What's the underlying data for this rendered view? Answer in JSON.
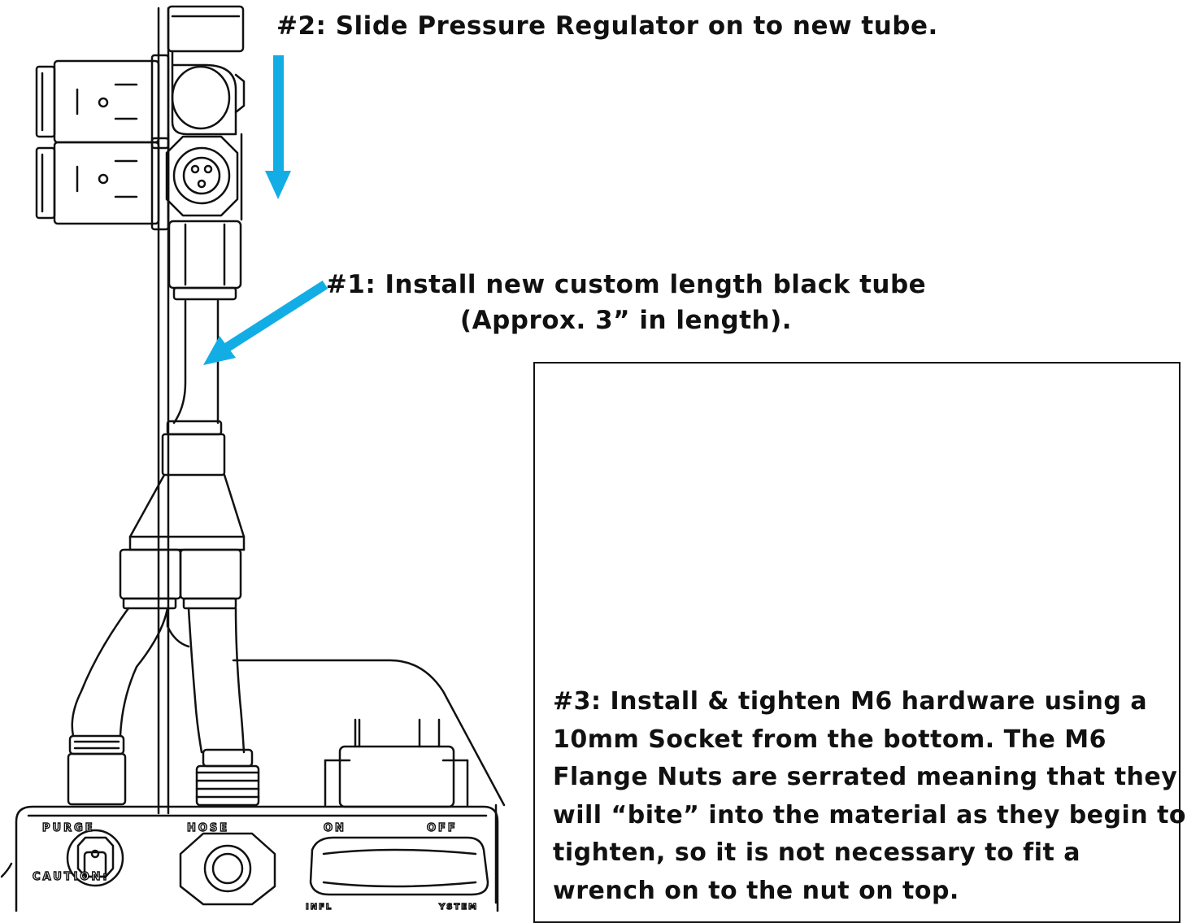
{
  "colors": {
    "arrow": "#13ade6",
    "line": "#111111",
    "background": "#ffffff"
  },
  "step2": {
    "text": "#2: Slide Pressure Regulator on to new tube."
  },
  "step1": {
    "line1": "#1: Install new custom length black tube",
    "line2": "(Approx. 3” in length)."
  },
  "step3": {
    "lines": [
      "#3: Install & tighten M6 hardware using a",
      "10mm Socket from the bottom. The M6",
      "Flange Nuts are serrated meaning that they",
      "will “bite” into the material as they begin to",
      "tighten, so it is not necessary to fit a",
      "wrench on to the nut on top."
    ]
  },
  "panel_labels": {
    "purge": "PURGE",
    "hose": "HOSE",
    "on": "ON",
    "off": "OFF",
    "caution": "CAUTION:",
    "infl": "INFL",
    "ystem": "YSTEM"
  }
}
